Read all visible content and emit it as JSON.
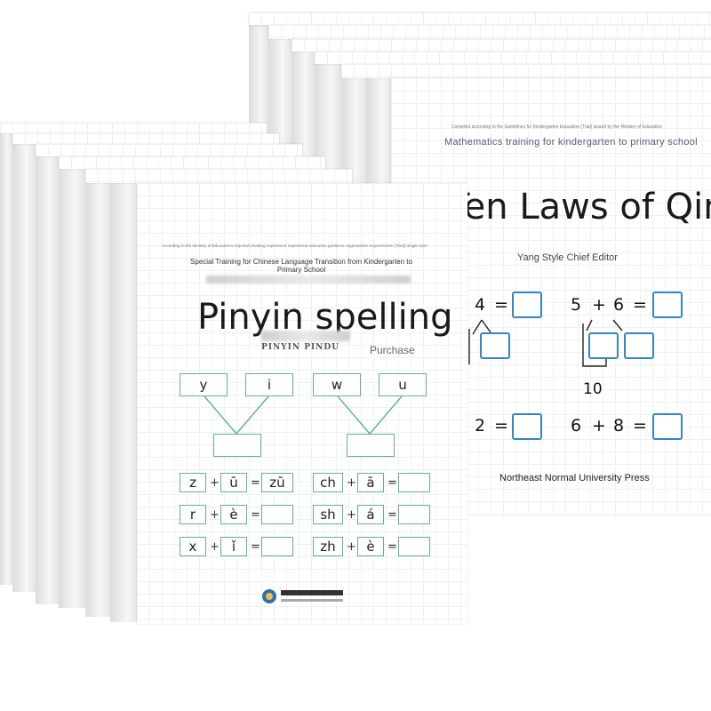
{
  "back_book": {
    "guideline": "Compiled according to the Guidelines for Kindergarten Education (Trial) issued by the Ministry of Education",
    "subtitle": "Mathematics training for kindergarten to primary school",
    "title": "Ten Laws of Qin",
    "editor": "Yang Style Chief Editor",
    "press": "Northeast Normal University Press",
    "math": {
      "eq1_num": "4",
      "eq1_eq": "=",
      "eq2_a": "5",
      "eq2_op": "+",
      "eq2_b": "6",
      "eq2_eq": "=",
      "ten": "10",
      "eq3_num": "2",
      "eq3_eq": "=",
      "eq4_a": "6",
      "eq4_op": "+",
      "eq4_b": "8",
      "eq4_eq": "="
    }
  },
  "front_book": {
    "guideline": "According to the Ministry of Education's required (reading experiment experiment education guidance organization requirements (Trial)) single write",
    "subtitle": "Special Training for Chinese Language Transition from Kindergarten to Primary School",
    "title": "Pinyin spelling",
    "pinyin_label": "PINYIN PINDU",
    "purchase": "Purchase",
    "top_boxes": [
      "y",
      "i",
      "w",
      "u"
    ],
    "rows": [
      {
        "a": "z",
        "b": "ū",
        "r": "zū",
        "c": "ch",
        "d": "ā"
      },
      {
        "a": "r",
        "b": "è",
        "r": "",
        "c": "sh",
        "d": "á"
      },
      {
        "a": "x",
        "b": "ǐ",
        "r": "",
        "c": "zh",
        "d": "è"
      }
    ],
    "plus": "+",
    "equals": "="
  },
  "colors": {
    "blue_box": "#2f86c8",
    "green_box": "#5ab87f",
    "grid": "#eef0f2"
  }
}
